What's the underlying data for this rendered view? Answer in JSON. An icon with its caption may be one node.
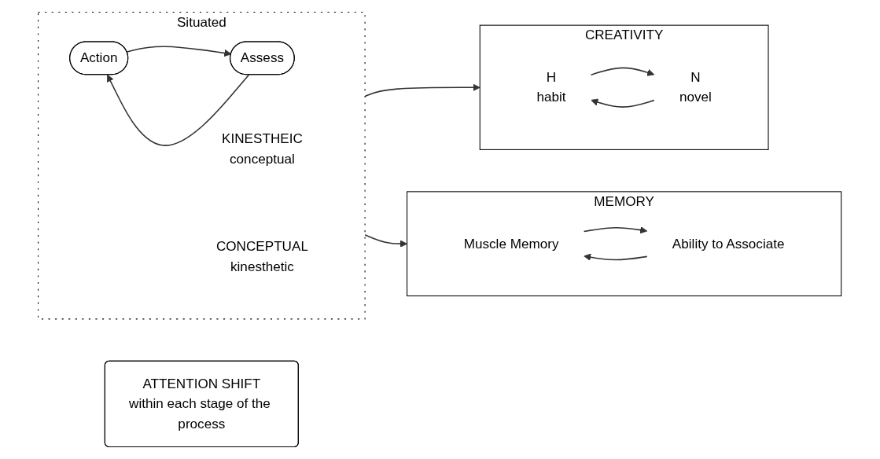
{
  "diagram": {
    "nodes": [
      {
        "text": [
          "ATTENTION SHIFT",
          "within each stage of the process"
        ]
      },
      {
        "text": [
          "Situated"
        ]
      },
      {
        "text": [
          "Action"
        ],
        "in": 1
      },
      {
        "text": [
          "Assess"
        ],
        "in": 1
      },
      {
        "text": [
          "KINESTHEIC",
          "conceptual"
        ],
        "in": 1
      },
      {
        "text": [
          "CONCEPTUAL",
          "kinesthetic"
        ],
        "in": 1
      },
      {
        "text": [
          "CREATIVITY"
        ]
      },
      {
        "text": [
          "H",
          "habit"
        ],
        "in": 6
      },
      {
        "text": [
          "N",
          "novel"
        ],
        "in": 6
      },
      {
        "text": [
          "MEMORY"
        ]
      },
      {
        "text": [
          "Muscle Memory"
        ],
        "in": 9
      },
      {
        "text": [
          "Ability to Associate"
        ],
        "in": 9
      }
    ],
    "edges": [
      {
        "from": 2,
        "to": 3,
        "arrow": "to"
      },
      {
        "from": 3,
        "to": 2,
        "arrow": "to"
      },
      {
        "from": 1,
        "to": 6,
        "arrow": "to"
      },
      {
        "from": 1,
        "to": 9,
        "arrow": "to"
      },
      {
        "from": 7,
        "to": 8,
        "arrow": "to"
      },
      {
        "from": 8,
        "to": 7,
        "arrow": "to"
      },
      {
        "from": 10,
        "to": 11,
        "arrow": "to"
      },
      {
        "from": 11,
        "to": 10,
        "arrow": "to"
      }
    ]
  }
}
